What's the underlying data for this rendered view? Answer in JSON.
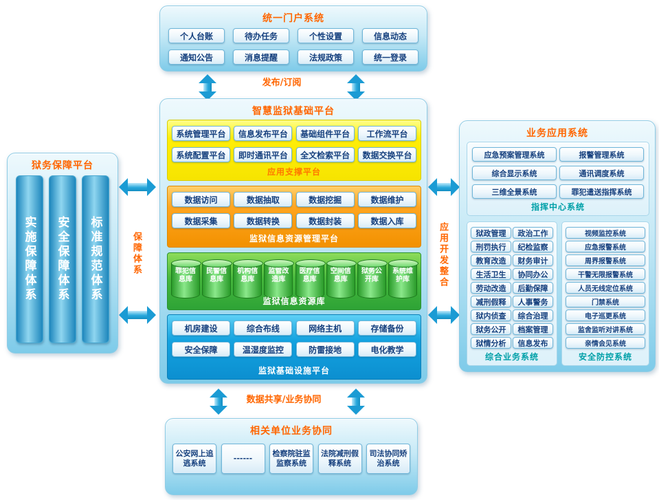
{
  "colors": {
    "panel_blue": "#bfe6f5",
    "accent_orange": "#ff6600",
    "button_text_blue": "#16407e",
    "section_yellow": "#ffee08",
    "section_orange": "#ffa51f",
    "section_green": "#3cb043",
    "section_blue": "#14a3e0",
    "arrow_cyan": "#1b9bd4",
    "subtitle_teal": "#00a0a8"
  },
  "portal": {
    "title": "统一门户系统",
    "items": [
      "个人台账",
      "待办任务",
      "个性设置",
      "信息动态",
      "通知公告",
      "消息提醒",
      "法规政策",
      "统一登录"
    ]
  },
  "platform": {
    "title": "智慧监狱基础平台",
    "app_support": {
      "title": "应用支撑平台",
      "items": [
        "系统管理平台",
        "信息发布平台",
        "基础组件平台",
        "工作流平台",
        "系统配置平台",
        "即时通讯平台",
        "全文检索平台",
        "数据交换平台"
      ]
    },
    "resource_mgmt": {
      "title": "监狱信息资源管理平台",
      "items": [
        "数据访问",
        "数据抽取",
        "数据挖掘",
        "数据维护",
        "数据采集",
        "数据转换",
        "数据封装",
        "数据入库"
      ]
    },
    "resource_db": {
      "title": "监狱信息资源库",
      "items": [
        "罪犯信息库",
        "民警信息库",
        "机构信息库",
        "监管改造库",
        "医疗信息库",
        "空间信息库",
        "狱务公开库",
        "系统维护库"
      ]
    },
    "infrastructure": {
      "title": "监狱基础设施平台",
      "items": [
        "机房建设",
        "综合布线",
        "网络主机",
        "存储备份",
        "安全保障",
        "温湿度监控",
        "防雷接地",
        "电化教学"
      ]
    }
  },
  "left_panel": {
    "title": "狱务保障平台",
    "pillars": [
      "实施保障体系",
      "安全保障体系",
      "标准规范体系"
    ]
  },
  "right_panel": {
    "title": "业务应用系统",
    "command": {
      "title": "指挥中心系统",
      "items": [
        "应急预案管理系统",
        "报警管理系统",
        "综合显示系统",
        "通讯调度系统",
        "三维全景系统",
        "罪犯遣送指挥系统"
      ]
    },
    "business": {
      "title": "综合业务系统",
      "left_items": [
        "狱政管理",
        "刑罚执行",
        "教育改造",
        "生活卫生",
        "劳动改造",
        "减刑假释",
        "狱内侦查",
        "狱务公开",
        "狱情分析"
      ],
      "right_items": [
        "政治工作",
        "纪检监察",
        "财务审计",
        "协同办公",
        "后勤保障",
        "人事警务",
        "综合治理",
        "档案管理",
        "信息发布"
      ]
    },
    "security": {
      "title": "安全防控系统",
      "items": [
        "视频监控系统",
        "应急报警系统",
        "周界报警系统",
        "干警无限报警系统",
        "人员无线定位系统",
        "门禁系统",
        "电子巡更系统",
        "监舍监听对讲系统",
        "亲情会见系统"
      ]
    }
  },
  "bottom_panel": {
    "title": "相关单位业务协同",
    "items": [
      "公安网上追逃系统",
      "------",
      "检察院驻监监察系统",
      "法院减刑假释系统",
      "司法协同矫治系统"
    ]
  },
  "connectors": {
    "publish_label": "发布/订阅",
    "share_label": "数据共享/业务协同",
    "support_label": "保障体系",
    "integration_label": "应用开发整合"
  }
}
